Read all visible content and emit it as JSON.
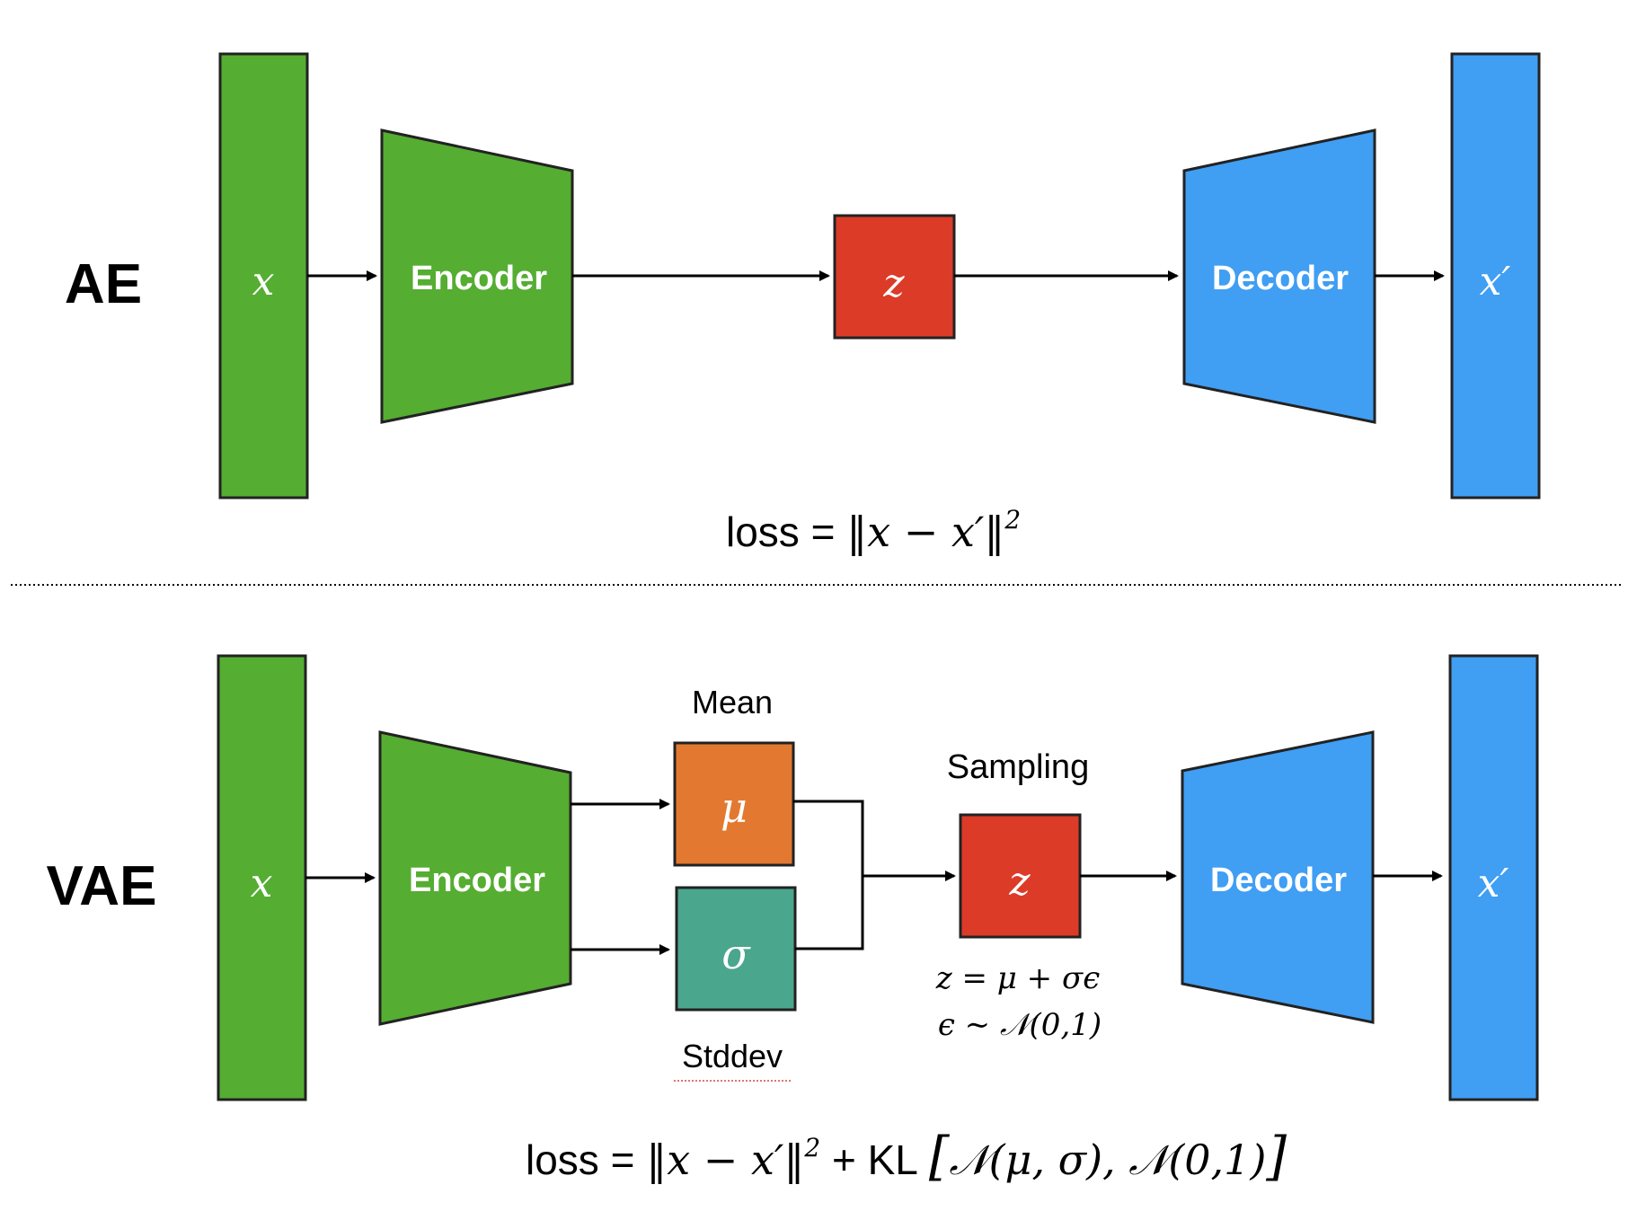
{
  "ae": {
    "title": "AE",
    "input": "x",
    "encoder": "Encoder",
    "latent": "z",
    "decoder": "Decoder",
    "output": "x′",
    "loss_prefix": "loss = ",
    "loss_math": "‖x − x′‖",
    "loss_sup": "2"
  },
  "vae": {
    "title": "VAE",
    "input": "x",
    "encoder": "Encoder",
    "mean_label": "Mean",
    "mean_symbol": "μ",
    "std_label": "Stddev",
    "std_symbol": "σ",
    "sampling_label": "Sampling",
    "latent": "z",
    "eq1": "z = μ + σϵ",
    "eq2": "ϵ ∼ 𝒩(0,1)",
    "decoder": "Decoder",
    "output": "x′",
    "loss_prefix": "loss = ",
    "loss_math": "‖x − x′‖",
    "loss_sup": "2",
    "loss_plus": " + KL",
    "loss_kl": "𝒩(μ, σ), 𝒩(0,1)"
  },
  "colors": {
    "green": "#55ad32",
    "blue": "#409ef3",
    "red": "#dc3b28",
    "orange": "#e37930",
    "teal": "#4aa68d",
    "stroke": "#222222"
  }
}
